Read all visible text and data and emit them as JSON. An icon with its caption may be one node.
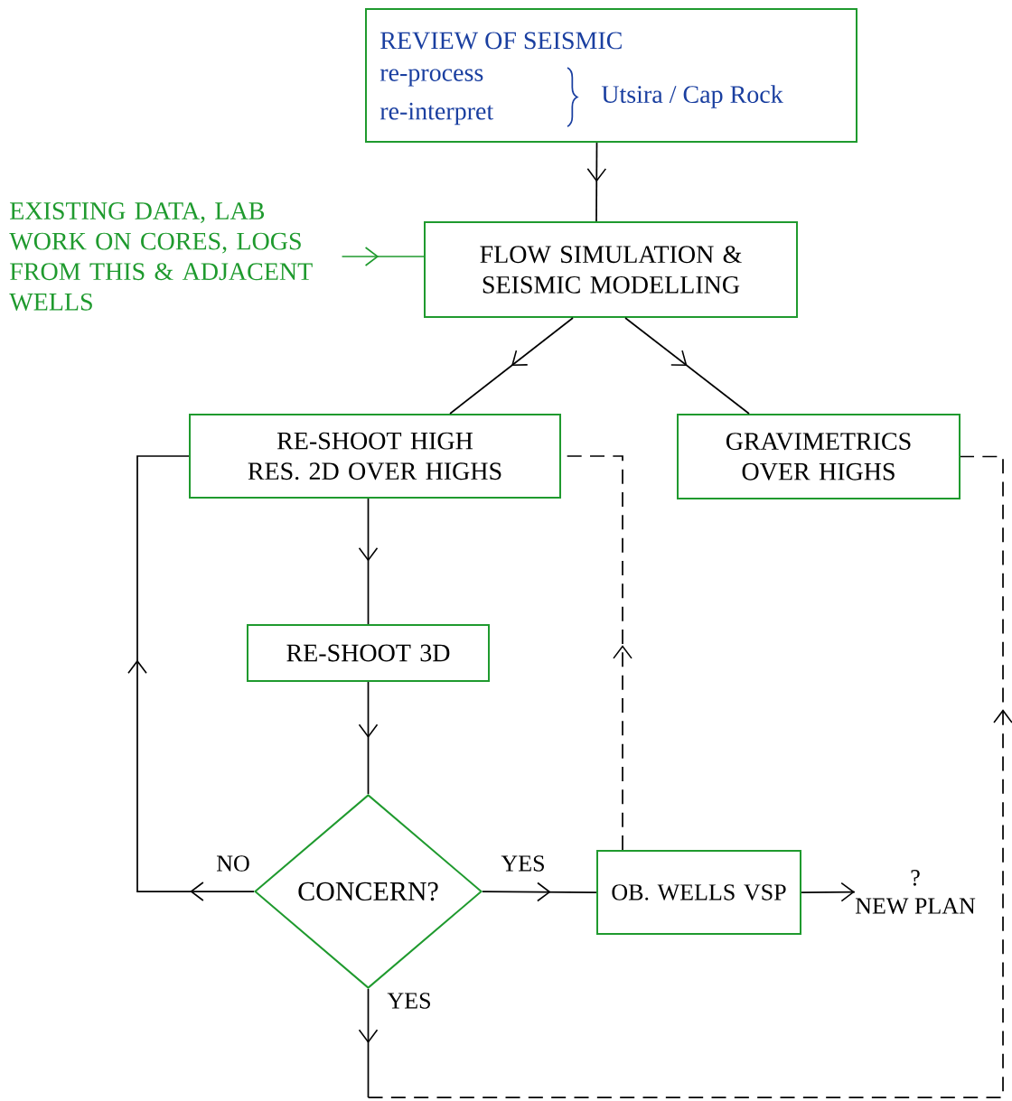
{
  "diagram": {
    "nodes": [
      {
        "text": [
          "REVIEW OF SEISMIC",
          "re-process",
          "re-interpret",
          "Utsira / Cap Rock"
        ]
      },
      {
        "text": [
          "EXISTING DATA, LAB WORK ON CORES, LOGS FROM THIS & ADJACENT WELLS"
        ]
      },
      {
        "text": [
          "FLOW SIMULATION & SEISMIC MODELLING"
        ]
      },
      {
        "text": [
          "RE-SHOOT HIGH RES. 2D OVER HIGHS"
        ]
      },
      {
        "text": [
          "GRAVIMETRICS OVER HIGHS"
        ]
      },
      {
        "text": [
          "RE-SHOOT 3D"
        ]
      },
      {
        "text": [
          "CONCERN?"
        ]
      },
      {
        "text": [
          "OB. WELLS VSP"
        ]
      },
      {
        "text": [
          "?",
          "NEW PLAN"
        ]
      }
    ],
    "edges": [
      {
        "from": 0,
        "to": 2,
        "arrow": "to"
      },
      {
        "from": 1,
        "to": 2,
        "arrow": "to",
        "color": "#1f9a2e"
      },
      {
        "from": 2,
        "to": 3,
        "arrow": "to"
      },
      {
        "from": 2,
        "to": 4,
        "arrow": "to"
      },
      {
        "from": 3,
        "to": 5,
        "arrow": "to"
      },
      {
        "from": 5,
        "to": 6,
        "arrow": "to"
      },
      {
        "from": 6,
        "to": 3,
        "arrow": "to",
        "label": "NO"
      },
      {
        "from": 6,
        "to": 7,
        "arrow": "to",
        "label": "YES"
      },
      {
        "from": 7,
        "to": 8,
        "arrow": "to"
      },
      {
        "from": 7,
        "to": 3,
        "arrow": "to",
        "style": "dashed"
      },
      {
        "from": 6,
        "to": 4,
        "arrow": "to",
        "style": "dashed",
        "label": "YES"
      }
    ]
  }
}
